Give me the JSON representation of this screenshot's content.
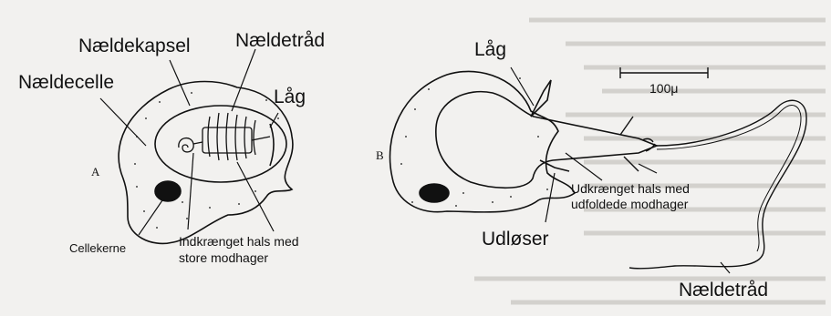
{
  "figure": {
    "panel_a": {
      "letter": "A",
      "labels": {
        "naeldekapsel": "Nældekapsel",
        "naeldetraad": "Nældetråd",
        "naeldecelle": "Nældecelle",
        "laag": "Låg",
        "cellekerne": "Cellekerne",
        "indkraenget_1": "Indkrænget hals med",
        "indkraenget_2": "store modhager"
      }
    },
    "panel_b": {
      "letter": "B",
      "labels": {
        "laag": "Låg",
        "scale": "100μ",
        "udkraenget_1": "Udkrænget hals med",
        "udkraenget_2": "udfoldede modhager",
        "udloeser": "Udløser",
        "naeldetraad": "Nældetråd"
      }
    }
  }
}
